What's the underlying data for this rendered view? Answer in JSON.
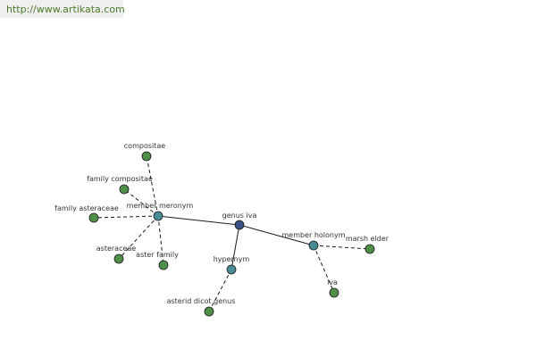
{
  "header": {
    "url": "http://www.artikata.com"
  },
  "colors": {
    "center": "#3a4f86",
    "relation": "#4a8a95",
    "leaf": "#4f8f4a",
    "stroke": "#1a1a1a"
  },
  "graph": {
    "nodes": [
      {
        "id": "genus-iva",
        "label": "genus iva",
        "kind": "center"
      },
      {
        "id": "member-meronym",
        "label": "member meronym",
        "kind": "relation"
      },
      {
        "id": "member-holonym",
        "label": "member holonym",
        "kind": "relation"
      },
      {
        "id": "hypernym",
        "label": "hypernym",
        "kind": "relation"
      },
      {
        "id": "compositae",
        "label": "compositae",
        "kind": "leaf"
      },
      {
        "id": "family-compositae",
        "label": "family compositae",
        "kind": "leaf"
      },
      {
        "id": "family-asteraceae",
        "label": "family asteraceae",
        "kind": "leaf"
      },
      {
        "id": "asteraceae",
        "label": "asteraceae",
        "kind": "leaf"
      },
      {
        "id": "aster-family",
        "label": "aster family",
        "kind": "leaf"
      },
      {
        "id": "marsh-elder",
        "label": "marsh elder",
        "kind": "leaf"
      },
      {
        "id": "iva",
        "label": "iva",
        "kind": "leaf"
      },
      {
        "id": "asterid-dicot-genus",
        "label": "asterid dicot genus",
        "kind": "leaf"
      }
    ],
    "edges": [
      {
        "from": "genus-iva",
        "to": "member-meronym",
        "style": "solid"
      },
      {
        "from": "genus-iva",
        "to": "member-holonym",
        "style": "solid"
      },
      {
        "from": "genus-iva",
        "to": "hypernym",
        "style": "solid"
      },
      {
        "from": "member-meronym",
        "to": "compositae",
        "style": "dashed"
      },
      {
        "from": "member-meronym",
        "to": "family-compositae",
        "style": "dashed"
      },
      {
        "from": "member-meronym",
        "to": "family-asteraceae",
        "style": "dashed"
      },
      {
        "from": "member-meronym",
        "to": "asteraceae",
        "style": "dashed"
      },
      {
        "from": "member-meronym",
        "to": "aster-family",
        "style": "dashed"
      },
      {
        "from": "member-holonym",
        "to": "marsh-elder",
        "style": "dashed"
      },
      {
        "from": "member-holonym",
        "to": "iva",
        "style": "dashed"
      },
      {
        "from": "hypernym",
        "to": "asterid-dicot-genus",
        "style": "dashed"
      }
    ]
  }
}
